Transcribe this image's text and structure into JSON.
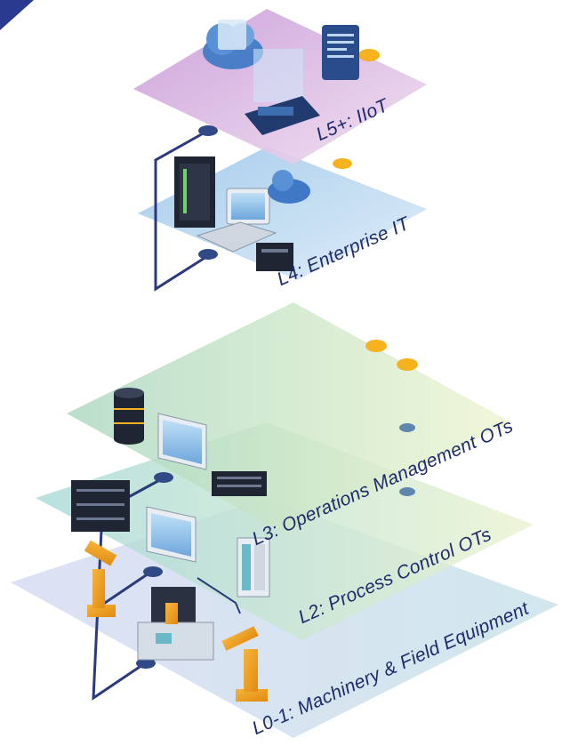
{
  "layers": {
    "l5": {
      "label": "L5+: IIoT",
      "color": "#d9b8e6"
    },
    "l4": {
      "label": "L4: Enterprise IT",
      "color": "#b7d7ef"
    },
    "l3": {
      "label": "L3: Operations Management OTs",
      "color": "#c6e3cc"
    },
    "l2": {
      "label": "L2: Process Control OTs",
      "color": "#c7e6e2"
    },
    "l01": {
      "label": "L0-1: Machinery & Field Equipment",
      "color": "#cfd3ee"
    }
  },
  "colors": {
    "accent_text": "#1f2a6b",
    "connector": "#2b3a7a",
    "node": "#2f4a86",
    "orange_dot": "#f6b21f"
  },
  "icons": [
    "cloud-icon",
    "dashboard-icon",
    "server-rack-icon",
    "laptop-icon",
    "nas-icon",
    "database-icon",
    "monitor-icon",
    "robot-arm-icon",
    "cnc-machine-icon",
    "control-cabinet-icon"
  ]
}
